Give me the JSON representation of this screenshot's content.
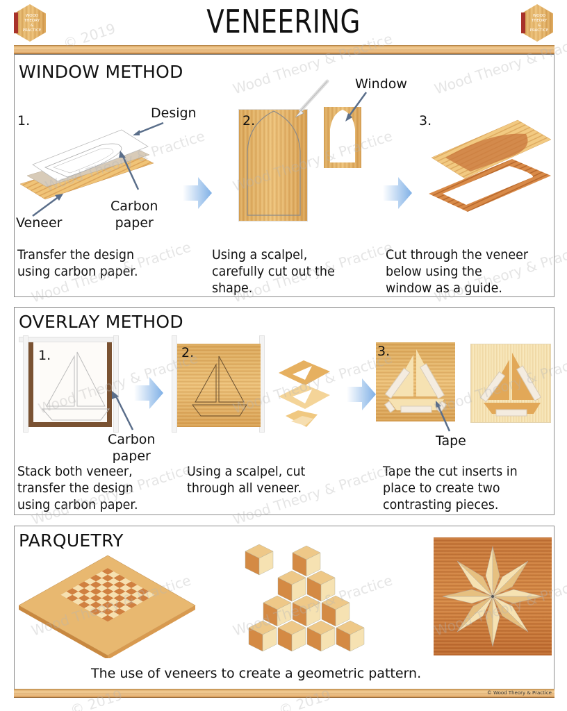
{
  "header": {
    "title": "VENEERING",
    "logo_text": [
      "WOOD",
      "THEORY",
      "&",
      "PRACTICE"
    ]
  },
  "colors": {
    "wood_light": "#f0c882",
    "wood_dark": "#c8783a",
    "border": "#8a8a8a",
    "arrow": "#8fb8e8",
    "pointer": "#5a6e8a",
    "logo_accent": "#a8322a"
  },
  "window_method": {
    "title": "WINDOW METHOD",
    "steps": [
      {
        "number": "1.",
        "labels": {
          "design": "Design",
          "carbon": "Carbon\npaper",
          "veneer": "Veneer"
        },
        "caption": "Transfer the design\nusing carbon paper."
      },
      {
        "number": "2.",
        "labels": {
          "window": "Window"
        },
        "caption": "Using a scalpel,\ncarefully cut out the\nshape."
      },
      {
        "number": "3.",
        "caption": "Cut through the veneer\nbelow using the\nwindow as a guide."
      }
    ]
  },
  "overlay_method": {
    "title": "OVERLAY METHOD",
    "steps": [
      {
        "number": "1.",
        "labels": {
          "carbon": "Carbon\npaper"
        },
        "caption": "Stack both veneer,\ntransfer the design\nusing carbon paper."
      },
      {
        "number": "2.",
        "caption": "Using a scalpel, cut\nthrough all veneer."
      },
      {
        "number": "3.",
        "labels": {
          "tape": "Tape"
        },
        "caption": "Tape the cut inserts in\nplace to create two\ncontrasting pieces."
      }
    ]
  },
  "parquetry": {
    "title": "PARQUETRY",
    "caption": "The use of veneers to create a geometric pattern.",
    "illustrations": [
      "checkerboard",
      "stacked-cubes",
      "eight-point-star"
    ]
  },
  "footer": {
    "credit": "© Wood Theory & Practice"
  },
  "watermark": {
    "line1": "© 2019",
    "line2": "Wood Theory & Practice"
  }
}
